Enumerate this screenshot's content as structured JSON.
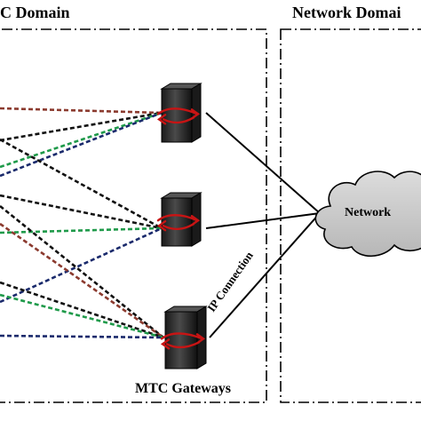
{
  "domains": {
    "mtc_title": "C Domain",
    "network_title": "Network Domai"
  },
  "gateways": {
    "caption": "MTC Gateways",
    "count": 3
  },
  "cloud": {
    "label": "Network"
  },
  "connection": {
    "label": "IP Connection"
  },
  "colors": {
    "background": "#ffffff",
    "border": "#000000",
    "dashed_brown": "#8b3a2e",
    "dashed_black": "#111111",
    "dashed_green": "#1f9a4a",
    "dashed_navy": "#1a2a6c",
    "gateway_body": "#2b2b2b",
    "gateway_arrow": "#c81414",
    "cloud_fill": "#c9c9c9"
  },
  "icons": {
    "gateway": "server-tower-icon",
    "network": "cloud-icon"
  }
}
